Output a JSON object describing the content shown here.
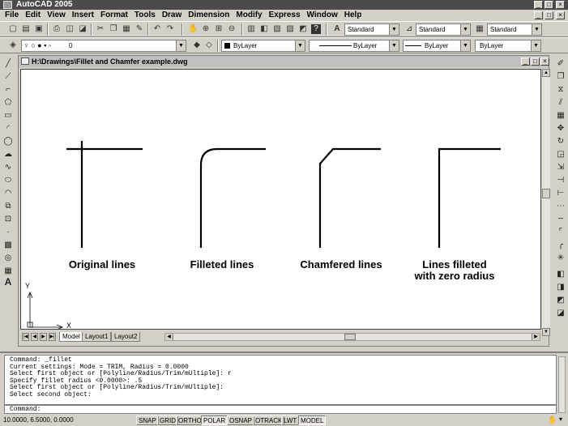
{
  "app": {
    "title": "AutoCAD 2005"
  },
  "menu": [
    "File",
    "Edit",
    "View",
    "Insert",
    "Format",
    "Tools",
    "Draw",
    "Dimension",
    "Modify",
    "Express",
    "Window",
    "Help"
  ],
  "toolbar_styles": {
    "text_style": "Standard",
    "dim_style": "Standard",
    "table_style": "Standard"
  },
  "properties": {
    "layer": "0",
    "color": "ByLayer",
    "linetype": "ByLayer",
    "lineweight": "ByLayer",
    "plotstyle": "ByLayer"
  },
  "drawing": {
    "title": "H:\\Drawings\\Fillet and Chamfer example.dwg",
    "captions": [
      "Original lines",
      "Filleted lines",
      "Chamfered lines",
      "Lines filleted\nwith zero radius"
    ],
    "ucs_x": "X",
    "ucs_y": "Y",
    "tabs": [
      "Model",
      "Layout1",
      "Layout2"
    ]
  },
  "command": {
    "history": [
      "Command: _fillet",
      "Current settings: Mode = TRIM, Radius = 0.0000",
      "Select first object or [Polyline/Radius/Trim/mUltiple]: r",
      "Specify fillet radius <0.0000>: .5",
      "Select first object or [Polyline/Radius/Trim/mUltiple]:",
      "Select second object:"
    ],
    "prompt": "Command:"
  },
  "status": {
    "coords": "10.0000, 6.5000, 0.0000",
    "toggles": [
      "SNAP",
      "GRID",
      "ORTHO",
      "POLAR",
      "OSNAP",
      "OTRACK",
      "LWT",
      "MODEL"
    ],
    "active": [
      "POLAR",
      "MODEL"
    ]
  }
}
